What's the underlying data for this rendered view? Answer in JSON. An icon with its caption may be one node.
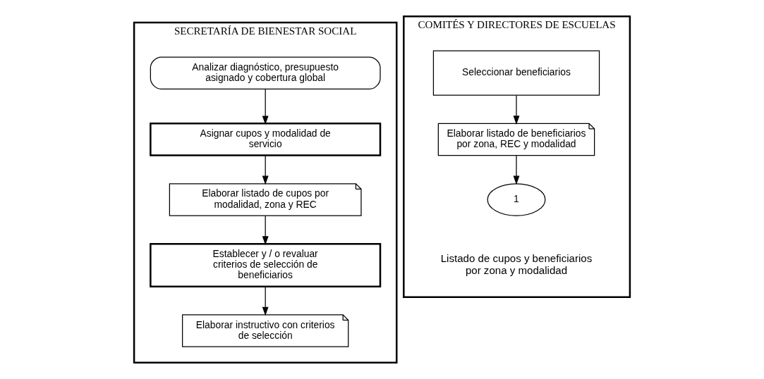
{
  "diagram": {
    "nodes": [
      {
        "text": [
          "SECRETARÍA DE BIENESTAR SOCIAL"
        ]
      },
      {
        "text": [
          "Analizar diagnóstico, presupuesto asignado y cobertura global"
        ],
        "in": 0
      },
      {
        "text": [
          "Asignar cupos y modalidad de servicio"
        ],
        "in": 0
      },
      {
        "text": [
          "Elaborar listado de cupos por modalidad, zona y REC"
        ],
        "in": 0
      },
      {
        "text": [
          "Establecer y / o revaluar criterios de selección de beneficiarios"
        ],
        "in": 0
      },
      {
        "text": [
          "Elaborar instructivo con criterios de selección"
        ],
        "in": 0
      },
      {
        "text": [
          "COMITÉS Y DIRECTORES DE ESCUELAS"
        ]
      },
      {
        "text": [
          "Seleccionar beneficiarios"
        ],
        "in": 6
      },
      {
        "text": [
          "Elaborar listado de beneficiarios por zona, REC y modalidad"
        ],
        "in": 6
      },
      {
        "text": [
          "1"
        ],
        "in": 6,
        "beside": [
          "Listado de cupos y beneficiarios por zona y modalidad"
        ]
      }
    ],
    "edges": [
      {
        "from": 1,
        "to": 2,
        "arrow": "to"
      },
      {
        "from": 2,
        "to": 3,
        "arrow": "to"
      },
      {
        "from": 3,
        "to": 4,
        "arrow": "to"
      },
      {
        "from": 4,
        "to": 5,
        "arrow": "to"
      },
      {
        "from": 7,
        "to": 8,
        "arrow": "to"
      },
      {
        "from": 8,
        "to": 9,
        "arrow": "to"
      }
    ]
  }
}
